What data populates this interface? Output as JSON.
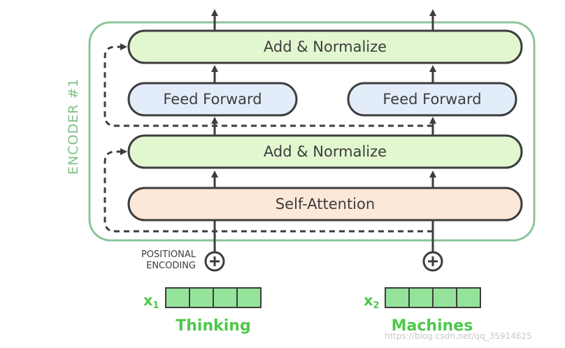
{
  "encoder": {
    "label": "ENCODER #1",
    "add_normalize_top": "Add & Normalize",
    "feed_forward_left": "Feed Forward",
    "feed_forward_right": "Feed Forward",
    "add_normalize_bottom": "Add & Normalize",
    "self_attention": "Self-Attention"
  },
  "positional_encoding": {
    "line1": "POSITIONAL",
    "line2": "ENCODING",
    "symbol": "⊕"
  },
  "inputs": [
    {
      "var": "x",
      "sub": "1",
      "word": "Thinking"
    },
    {
      "var": "x",
      "sub": "2",
      "word": "Machines"
    }
  ],
  "watermark": "https://blog.csdn.net/qq_35914625",
  "colors": {
    "encoder_border": "#8cc49a",
    "green_box": "#e2f7cf",
    "blue_box": "#e3edfa",
    "orange_box": "#fce8d8",
    "input_cell": "#95e39a",
    "input_text": "#4ec84a",
    "stroke": "#3d3d3d"
  }
}
